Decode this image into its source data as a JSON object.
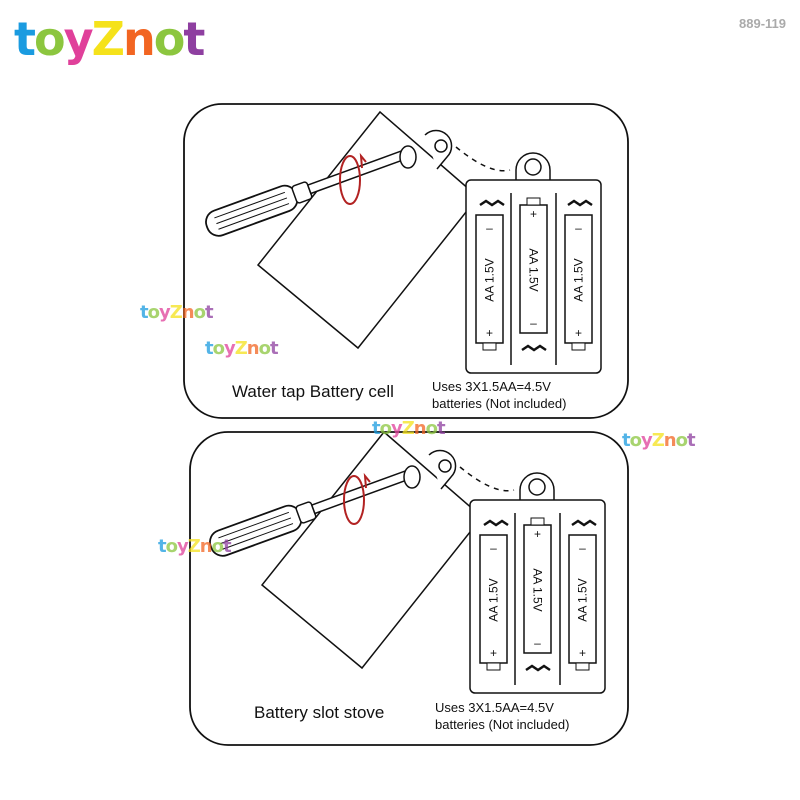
{
  "brand": {
    "logo_text": [
      "t",
      "o",
      "y",
      "Z",
      "n",
      "o",
      "t"
    ],
    "logo_colors": [
      "#1a9be0",
      "#8cc63f",
      "#e0409a",
      "#f5e21b",
      "#f26522",
      "#8cc63f",
      "#8e3fa0"
    ]
  },
  "product_code": "889-119",
  "panels": [
    {
      "caption": "Water tap Battery cell",
      "note_line1": "Uses 3X1.5AA=4.5V",
      "note_line2": "batteries (Not included)"
    },
    {
      "caption": "Battery slot stove",
      "note_line1": "Uses 3X1.5AA=4.5V",
      "note_line2": "batteries (Not included)"
    }
  ],
  "battery_label": "AA 1.5V",
  "battery_plus": "+",
  "battery_minus": "–",
  "colors": {
    "line": "#111111",
    "rotation_arrow": "#b22222"
  }
}
